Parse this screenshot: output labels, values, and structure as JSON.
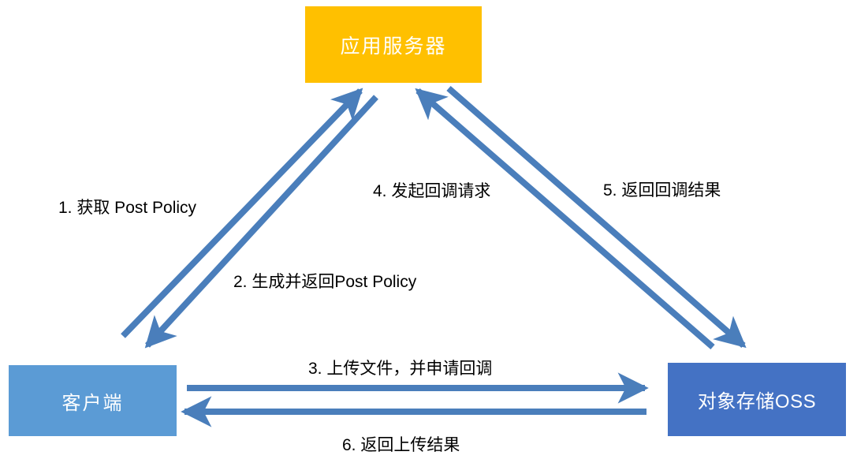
{
  "diagram": {
    "title": "OSS Post Policy upload with callback flow",
    "background_color": "#FFFFFF",
    "arrow_color": "#4A7EBB"
  },
  "nodes": [
    {
      "id": "app-server",
      "label": "应用服务器",
      "color": "#FFC000",
      "text_color": "#FFFFFF"
    },
    {
      "id": "client",
      "label": "客户端",
      "color": "#5B9BD5",
      "text_color": "#FFFFFF"
    },
    {
      "id": "oss",
      "label": "对象存储OSS",
      "color": "#4472C4",
      "text_color": "#FFFFFF"
    }
  ],
  "edges": [
    {
      "step": "1",
      "label": "1. 获取 Post Policy",
      "from": "client",
      "to": "app-server"
    },
    {
      "step": "2",
      "label": "2. 生成并返回Post Policy",
      "from": "app-server",
      "to": "client"
    },
    {
      "step": "3",
      "label": "3. 上传文件，并申请回调",
      "from": "client",
      "to": "oss"
    },
    {
      "step": "4",
      "label": "4. 发起回调请求",
      "from": "oss",
      "to": "app-server"
    },
    {
      "step": "5",
      "label": "5. 返回回调结果",
      "from": "app-server",
      "to": "oss"
    },
    {
      "step": "6",
      "label": "6. 返回上传结果",
      "from": "oss",
      "to": "client"
    }
  ]
}
